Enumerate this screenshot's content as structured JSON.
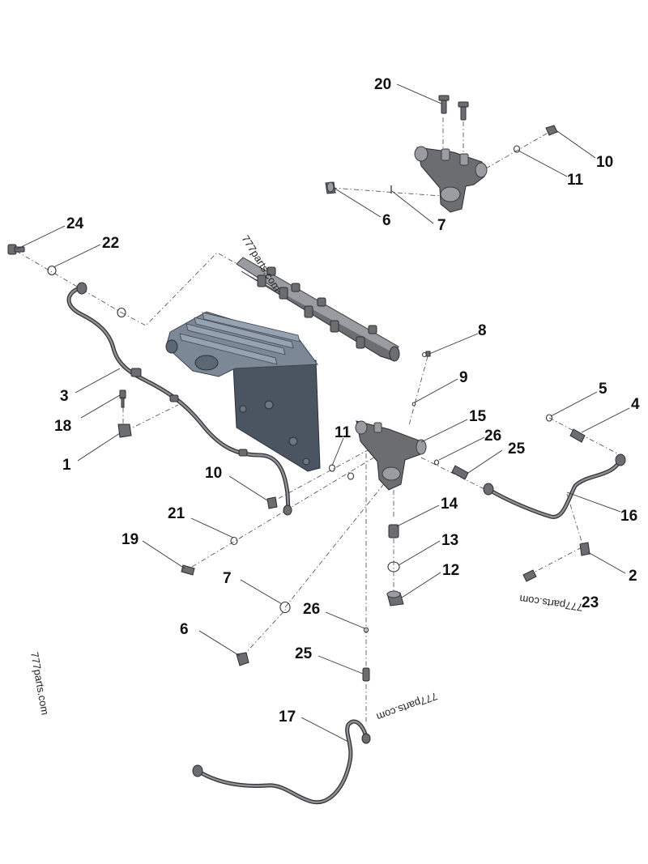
{
  "callouts": [
    {
      "id": "20",
      "label": "20"
    },
    {
      "id": "10a",
      "label": "10"
    },
    {
      "id": "11a",
      "label": "11"
    },
    {
      "id": "6a",
      "label": "6"
    },
    {
      "id": "7a",
      "label": "7"
    },
    {
      "id": "24",
      "label": "24"
    },
    {
      "id": "22",
      "label": "22"
    },
    {
      "id": "8",
      "label": "8"
    },
    {
      "id": "9",
      "label": "9"
    },
    {
      "id": "3",
      "label": "3"
    },
    {
      "id": "18",
      "label": "18"
    },
    {
      "id": "1",
      "label": "1"
    },
    {
      "id": "5",
      "label": "5"
    },
    {
      "id": "4",
      "label": "4"
    },
    {
      "id": "15",
      "label": "15"
    },
    {
      "id": "11b",
      "label": "11"
    },
    {
      "id": "26a",
      "label": "26"
    },
    {
      "id": "25a",
      "label": "25"
    },
    {
      "id": "10b",
      "label": "10"
    },
    {
      "id": "16",
      "label": "16"
    },
    {
      "id": "21",
      "label": "21"
    },
    {
      "id": "14",
      "label": "14"
    },
    {
      "id": "19",
      "label": "19"
    },
    {
      "id": "13",
      "label": "13"
    },
    {
      "id": "12",
      "label": "12"
    },
    {
      "id": "2",
      "label": "2"
    },
    {
      "id": "7b",
      "label": "7"
    },
    {
      "id": "23",
      "label": "23"
    },
    {
      "id": "26b",
      "label": "26"
    },
    {
      "id": "6b",
      "label": "6"
    },
    {
      "id": "25b",
      "label": "25"
    },
    {
      "id": "17",
      "label": "17"
    }
  ],
  "watermarks": [
    {
      "id": "wm-rail",
      "text": "777parts.com"
    },
    {
      "id": "wm-left",
      "text": "777parts.com"
    },
    {
      "id": "wm-23",
      "text": "777parts.com"
    },
    {
      "id": "wm-17",
      "text": "777parts.com"
    }
  ],
  "colors": {
    "background": "#ffffff",
    "ink": "#111111",
    "body_cast": "#7d8896",
    "body_shadow": "#4b5562",
    "tube": "#5e5f63"
  }
}
